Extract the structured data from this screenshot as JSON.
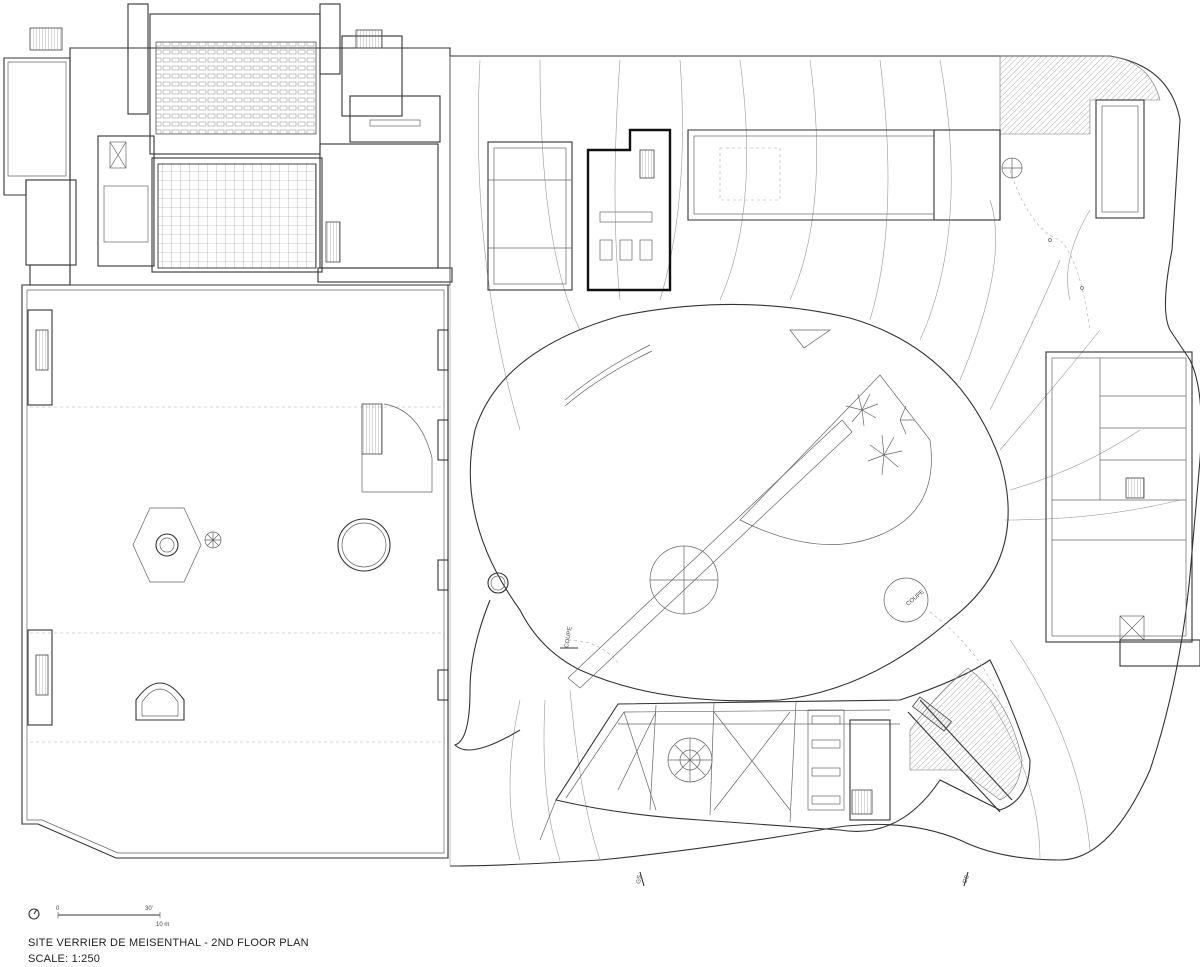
{
  "drawing": {
    "title": "SITE VERRIER DE MEISENTHAL - 2ND FLOOR PLAN",
    "scale": "SCALE: 1:250"
  },
  "scale_bar": {
    "zero": "0",
    "ft": "30'",
    "m": "10 m"
  },
  "section_marks": {
    "coupe_a": "COUPE",
    "coupe_b": "COUPE",
    "cut_bottom_left": "GS",
    "cut_bottom_right": "GS"
  }
}
